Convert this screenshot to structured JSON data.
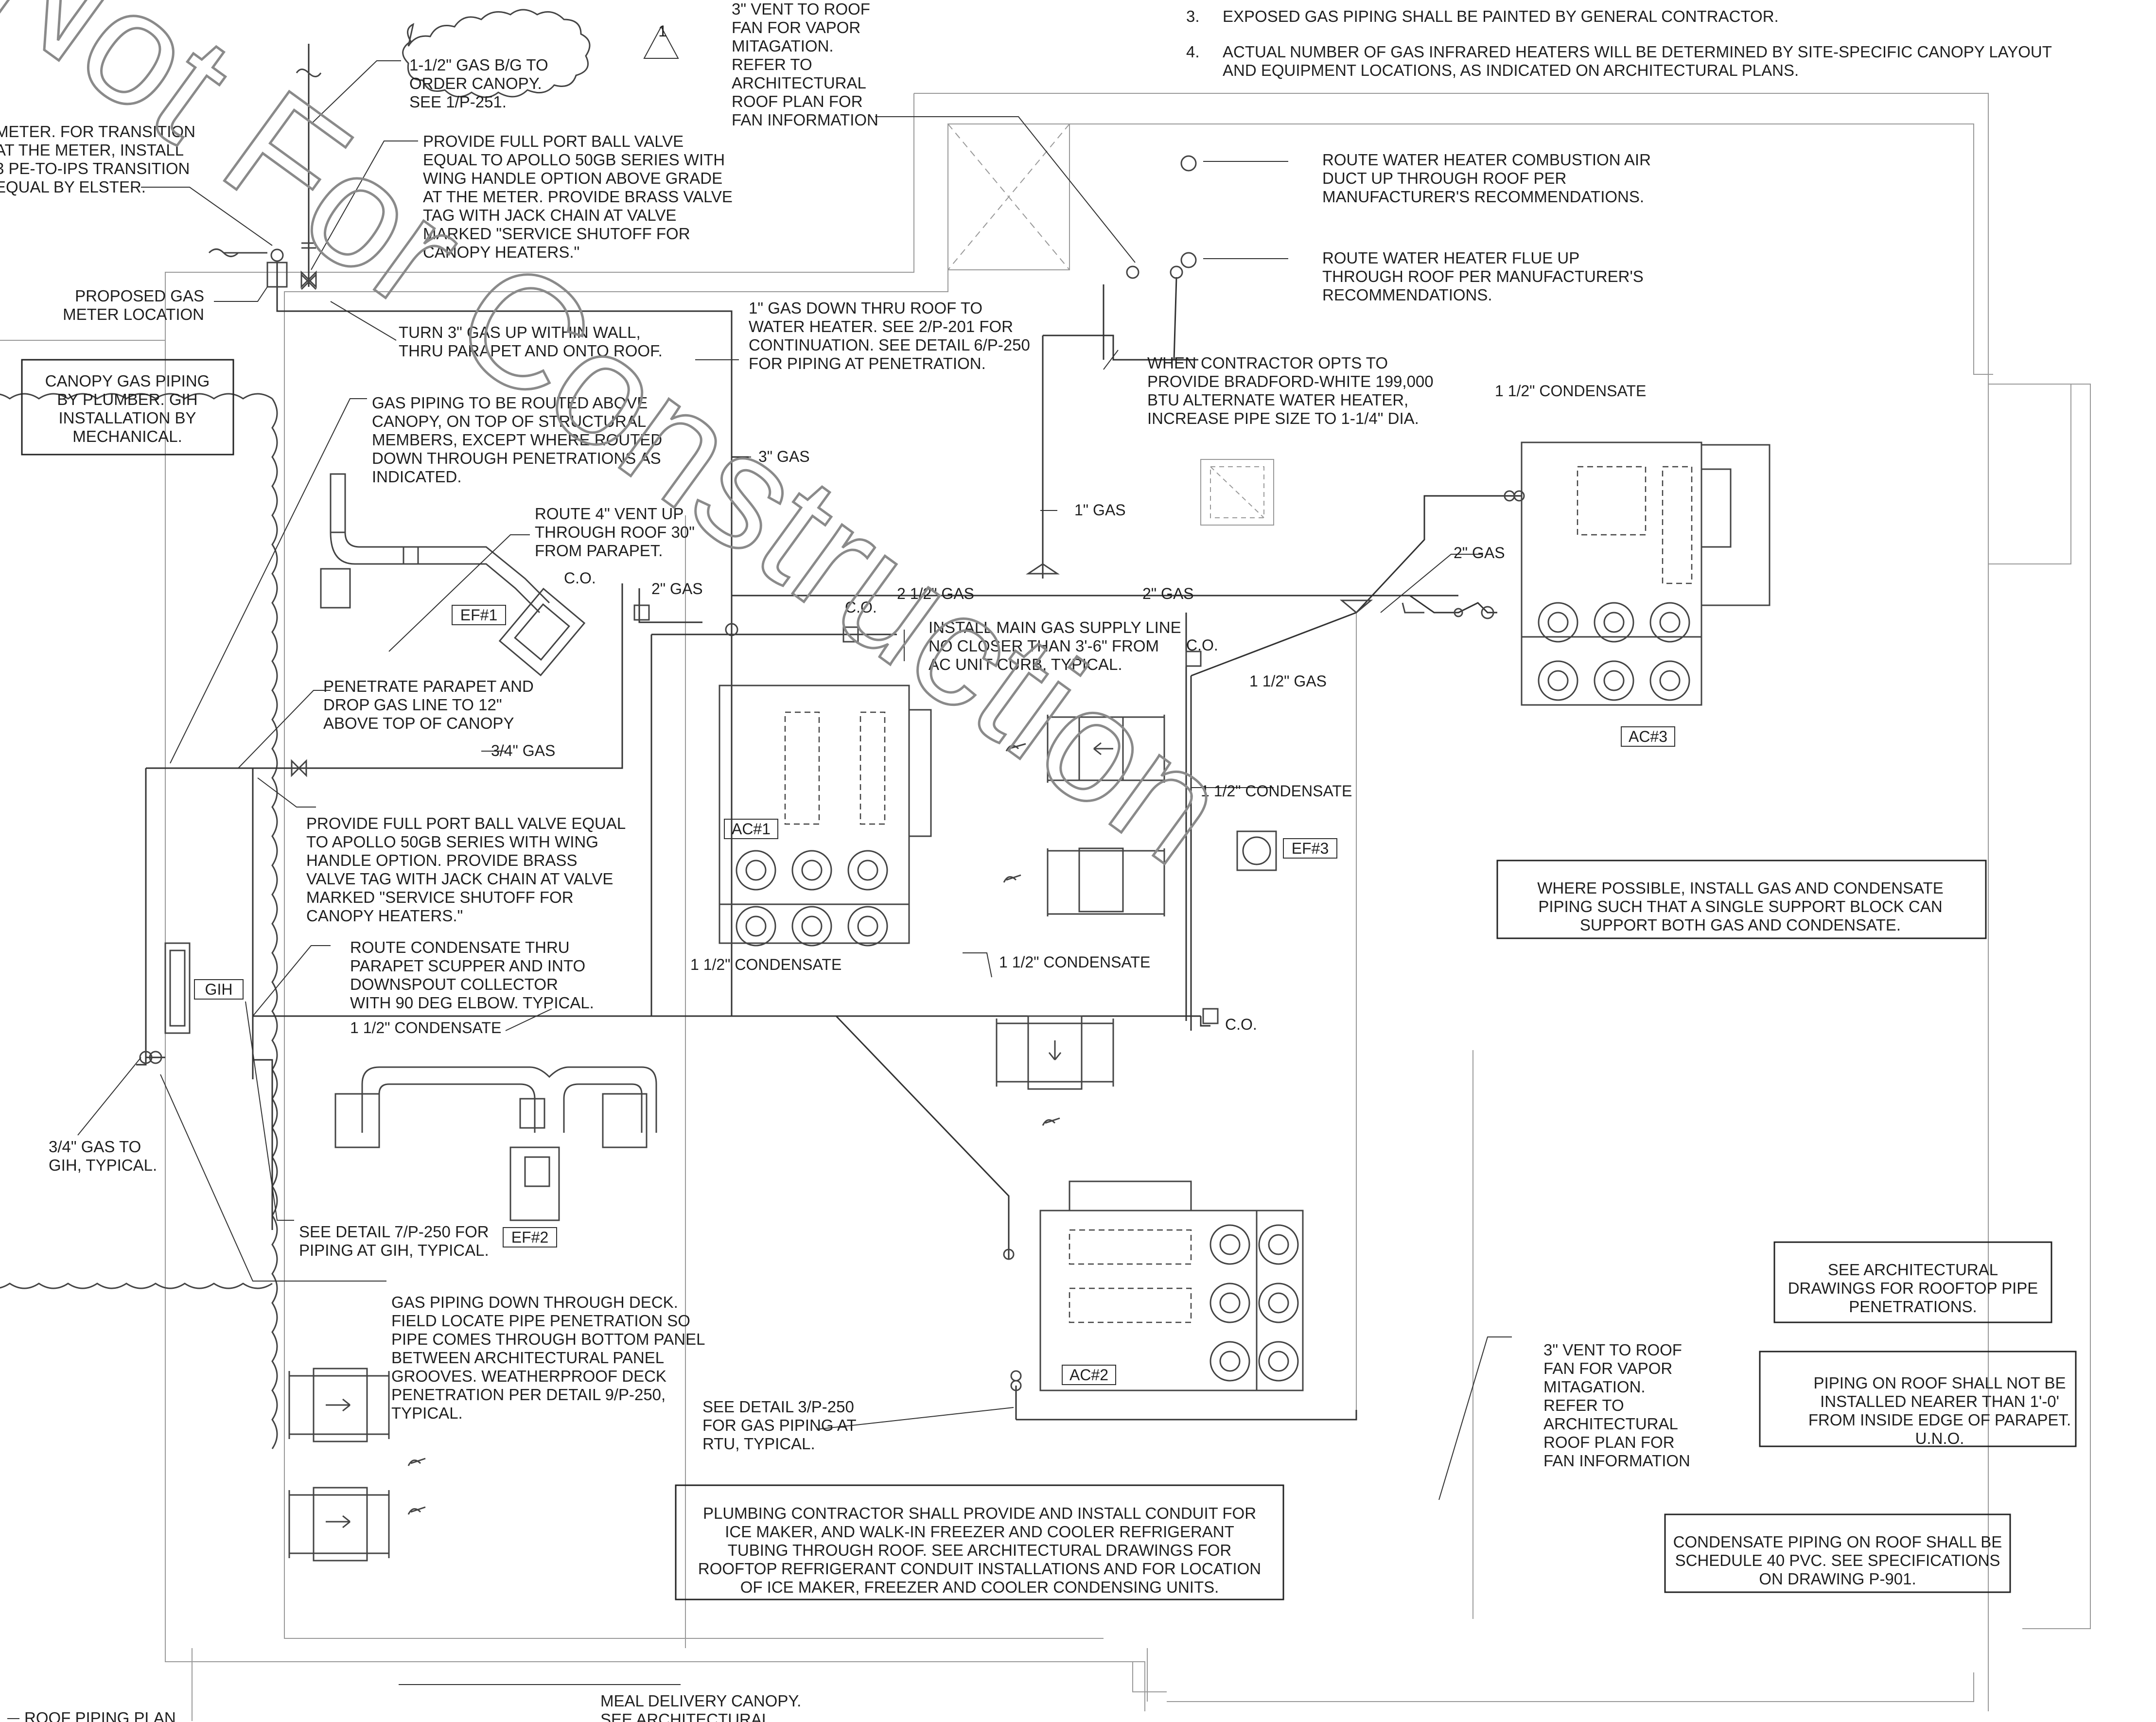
{
  "general_notes": [
    {
      "num": "3.",
      "lines": [
        "EXPOSED GAS PIPING SHALL BE PAINTED BY GENERAL CONTRACTOR."
      ]
    },
    {
      "num": "4.",
      "lines": [
        "ACTUAL NUMBER OF GAS INFRARED HEATERS WILL BE DETERMINED BY SITE-SPECIFIC CANOPY LAYOUT",
        "AND EQUIPMENT LOCATIONS, AS INDICATED ON ARCHITECTURAL PLANS."
      ]
    }
  ],
  "revision_tag": "1",
  "notes": {
    "vent_top": [
      "3\" VENT TO ROOF",
      "FAN FOR VAPOR",
      "MITAGATION.",
      "REFER TO",
      "ARCHITECTURAL",
      "ROOF PLAN FOR",
      "FAN INFORMATION"
    ],
    "gas_bg": [
      "1-1/2\" GAS B/G TO",
      "ORDER CANOPY.",
      "SEE 1/P-251."
    ],
    "meter": [
      "METER. FOR TRANSITION",
      "AT THE METER, INSTALL",
      "3 PE-TO-IPS TRANSITION",
      "EQUAL BY ELSTER."
    ],
    "ball_valve_1": [
      "PROVIDE FULL PORT BALL VALVE",
      "EQUAL TO APOLLO 50GB SERIES WITH",
      "WING HANDLE OPTION ABOVE GRADE",
      "AT THE METER. PROVIDE BRASS VALVE",
      "TAG WITH JACK CHAIN AT VALVE",
      "MARKED \"SERVICE SHUTOFF FOR",
      "CANOPY HEATERS.\""
    ],
    "proposed_meter": [
      "PROPOSED GAS",
      "METER LOCATION"
    ],
    "turn_gas": [
      "TURN 3\" GAS UP WITHIN WALL,",
      "THRU PARAPET AND ONTO ROOF."
    ],
    "gas_down_wh": [
      "1\" GAS DOWN THRU ROOF TO",
      "WATER  HEATER. SEE 2/P-201 FOR",
      "CONTINUATION. SEE DETAIL 6/P-250",
      "FOR PIPING AT PENETRATION."
    ],
    "combustion_air": [
      "ROUTE WATER HEATER COMBUSTION AIR",
      "DUCT UP THROUGH ROOF PER",
      "MANUFACTURER'S RECOMMENDATIONS."
    ],
    "flue": [
      "ROUTE WATER HEATER FLUE UP",
      "THROUGH ROOF PER MANUFACTURER'S",
      "RECOMMENDATIONS."
    ],
    "bradford": [
      "WHEN CONTRACTOR OPTS TO",
      "PROVIDE BRADFORD-WHITE  199,000",
      "BTU ALTERNATE WATER HEATER,",
      "INCREASE PIPE SIZE TO 1-1/4\" DIA."
    ],
    "canopy_box": [
      "CANOPY GAS PIPING",
      "BY PLUMBER. GIH",
      "INSTALLATION BY",
      "MECHANICAL."
    ],
    "gas_routed": [
      "GAS PIPING TO BE ROUTED ABOVE",
      "CANOPY, ON TOP OF STRUCTURAL",
      "MEMBERS, EXCEPT WHERE ROUTED",
      "DOWN THROUGH PENETRATIONS AS",
      "INDICATED."
    ],
    "vent_4": [
      "ROUTE 4\" VENT UP",
      "THROUGH ROOF 30\"",
      "FROM PARAPET."
    ],
    "install_main": [
      "INSTALL MAIN GAS SUPPLY LINE",
      "NO CLOSER THAN 3'-6\" FROM",
      "AC UNIT CURB, TYPICAL."
    ],
    "penetrate": [
      "PENETRATE PARAPET AND",
      "DROP GAS LINE TO 12\"",
      "ABOVE TOP OF CANOPY"
    ],
    "ball_valve_2": [
      "PROVIDE FULL PORT BALL VALVE EQUAL",
      "TO APOLLO 50GB SERIES WITH WING",
      "HANDLE OPTION. PROVIDE BRASS",
      "VALVE TAG WITH JACK CHAIN AT VALVE",
      "MARKED \"SERVICE SHUTOFF FOR",
      "CANOPY HEATERS.\""
    ],
    "condensate_scupper": [
      "ROUTE CONDENSATE THRU",
      "PARAPET SCUPPER AND INTO",
      "DOWNSPOUT COLLECTOR",
      "WITH 90 DEG ELBOW. TYPICAL."
    ],
    "single_support": [
      "WHERE POSSIBLE, INSTALL GAS AND CONDENSATE",
      "PIPING SUCH THAT A SINGLE SUPPORT BLOCK CAN",
      "SUPPORT BOTH GAS AND CONDENSATE."
    ],
    "gas_to_gih": [
      "3/4\" GAS TO",
      "GIH, TYPICAL."
    ],
    "detail_7": [
      "SEE DETAIL 7/P-250 FOR",
      "PIPING AT GIH, TYPICAL."
    ],
    "deck": [
      "GAS PIPING DOWN THROUGH DECK.",
      "FIELD LOCATE PIPE PENETRATION SO",
      "PIPE COMES THROUGH BOTTOM PANEL",
      "BETWEEN ARCHITECTURAL PANEL",
      "GROOVES. WEATHERPROOF DECK",
      "PENETRATION PER DETAIL 9/P-250,",
      "TYPICAL."
    ],
    "detail_3": [
      "SEE DETAIL 3/P-250",
      "FOR GAS PIPING AT",
      "RTU, TYPICAL."
    ],
    "vent_bottom": [
      "3\" VENT TO ROOF",
      "FAN FOR VAPOR",
      "MITAGATION.",
      "REFER TO",
      "ARCHITECTURAL",
      "ROOF PLAN FOR",
      "FAN INFORMATION"
    ],
    "arch_pen": [
      "SEE ARCHITECTURAL",
      "DRAWINGS FOR ROOFTOP PIPE",
      "PENETRATIONS."
    ],
    "parapet_dist": [
      "PIPING ON ROOF SHALL NOT BE",
      "INSTALLED NEARER THAN 1'-0'",
      "FROM INSIDE EDGE OF PARAPET.",
      "U.N.O."
    ],
    "conduit": [
      "PLUMBING CONTRACTOR  SHALL PROVIDE AND INSTALL CONDUIT FOR",
      "ICE MAKER, AND WALK-IN FREEZER AND COOLER REFRIGERANT",
      "TUBING THROUGH ROOF. SEE ARCHITECTURAL DRAWINGS FOR",
      "ROOFTOP REFRIGERANT CONDUIT INSTALLATIONS AND FOR LOCATION",
      "OF ICE MAKER, FREEZER AND COOLER CONDENSING UNITS."
    ],
    "pvc": [
      "CONDENSATE PIPING ON ROOF SHALL BE",
      "SCHEDULE 40 PVC.  SEE SPECIFICATIONS",
      "ON DRAWING P-901."
    ],
    "meal_canopy": [
      "MEAL DELIVERY CANOPY.",
      "SEE ARCHITECTURAL."
    ]
  },
  "pipe_labels": {
    "gas_3": "3\" GAS",
    "gas_1": "1\" GAS",
    "gas_2_left": "2\" GAS",
    "gas_2_5": "2 1/2\" GAS",
    "gas_2_mid": "2\" GAS",
    "gas_2_right": "2\" GAS",
    "gas_1_5": "1 1/2\" GAS",
    "gas_3_4": "3/4\" GAS",
    "cond_1_5_top": "1 1/2\" CONDENSATE",
    "cond_1_5_mid": "1 1/2\" CONDENSATE",
    "cond_1_5_left": "1 1/2\" CONDENSATE",
    "cond_1_5_center": "1 1/2\" CONDENSATE",
    "cond_1_5_bottom": "1 1/2\" CONDENSATE",
    "co_1": "C.O.",
    "co_2": "C.O.",
    "co_3": "C.O.",
    "co_4": "C.O."
  },
  "equipment_tags": {
    "ac1": "AC#1",
    "ac2": "AC#2",
    "ac3": "AC#3",
    "ef1": "EF#1",
    "ef2": "EF#2",
    "ef3": "EF#3",
    "gih": "GIH"
  },
  "title_partial": "ROOF PIPING PLAN",
  "watermark": "Not For Construction"
}
